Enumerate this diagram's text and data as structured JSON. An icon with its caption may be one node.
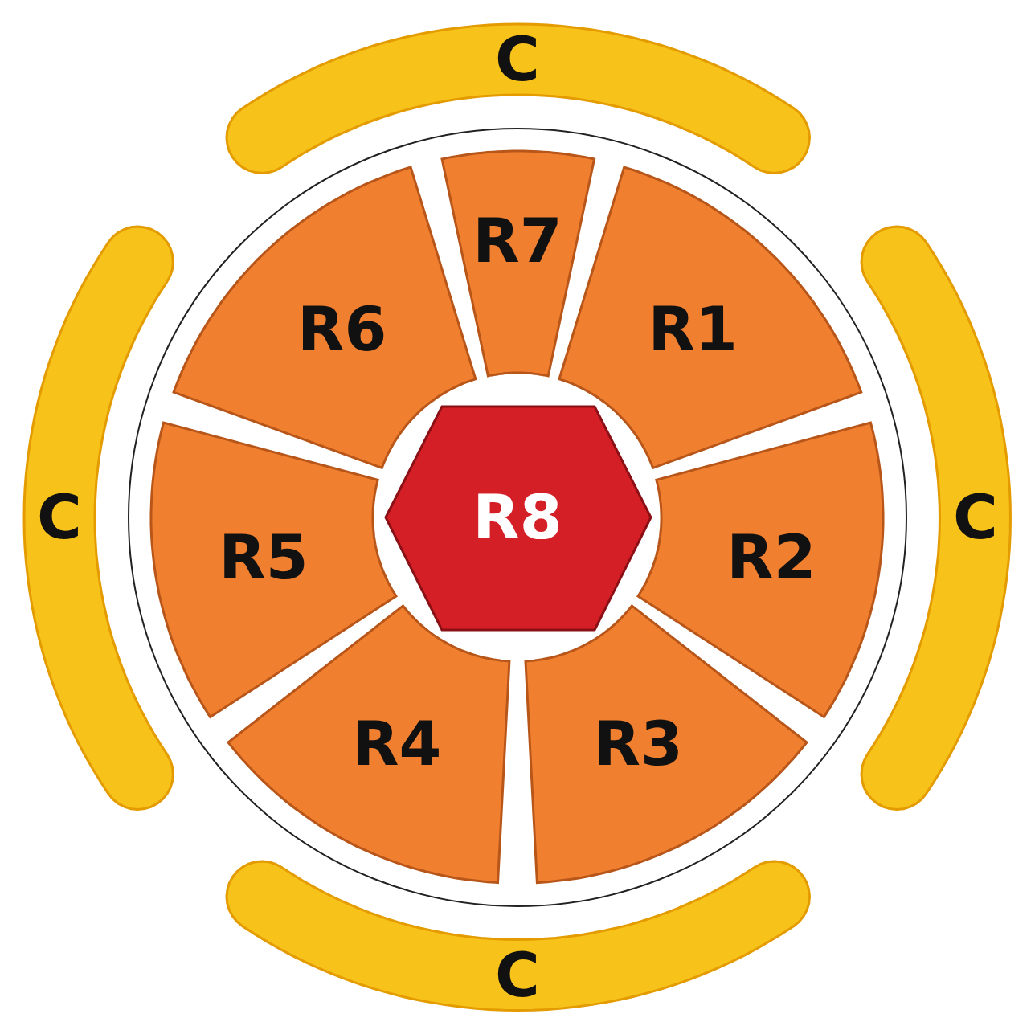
{
  "diagram": {
    "nodes": [
      {
        "text": [
          "C"
        ]
      },
      {
        "text": [
          "R7"
        ]
      },
      {
        "text": [
          "R6"
        ]
      },
      {
        "text": [
          "R1"
        ]
      },
      {
        "text": [
          "C"
        ]
      },
      {
        "text": [
          "R8"
        ]
      },
      {
        "text": [
          "R5"
        ]
      },
      {
        "text": [
          "R2"
        ]
      },
      {
        "text": [
          "C"
        ]
      },
      {
        "text": [
          "R4"
        ]
      },
      {
        "text": [
          "R3"
        ]
      },
      {
        "text": [
          "C"
        ]
      }
    ]
  }
}
